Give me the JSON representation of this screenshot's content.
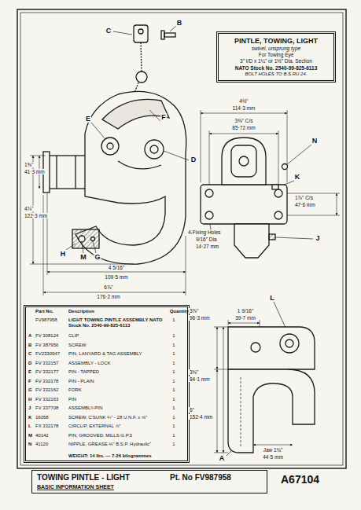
{
  "diagram": {
    "nodes": [
      {
        "text": [
          "PINTLE, TOWING, LIGHT",
          "swivel, unsprung type",
          "For Towing Eye",
          "3\" I/D x 1¼\" or 1½\" Dia. Section",
          "NATO Stock No. 2540-99-825-6113",
          "BOLT HOLES TO B.S.RU 24."
        ]
      },
      {
        "text": [
          "Part No.",
          "Description",
          "Quantity",
          "FV987958",
          "LIGHT TOWING PINTLE ASSEMBLY NATO Stock No. 2540-99-825-6113",
          "1",
          "A",
          "FV 308124",
          "CLIP",
          "1",
          "B",
          "FV 387956",
          "SCREW",
          "1",
          "C",
          "FV2330947",
          "PIN, LANYARD & TAG ASSEMBLY",
          "1",
          "D",
          "FV 332157",
          "ASSEMBLY - LOCK",
          "1",
          "E",
          "FV 332177",
          "PIN - TAPPED",
          "1",
          "F",
          "FV 332178",
          "PIN - PLAIN",
          "1",
          "G",
          "FV 332162",
          "FORK",
          "1",
          "H",
          "FV 332163",
          "PIN",
          "1",
          "J",
          "FV 337708",
          "ASSEMBLY-PIN",
          "1",
          "K",
          "16058",
          "SCREW, C'SUNK ¼\" - 28 U.N.F. x ⅝\"",
          "1",
          "L",
          "FX 332178",
          "CIRCLIP, EXTERNAL ⅞\"",
          "1",
          "M",
          "40142",
          "PIN, GROOVED, MILLS G.P.3",
          "1",
          "N",
          "41120",
          "NIPPLE, GREASE ⅛\" B.S.P. Hydraulic\"",
          "1",
          "WEIGHT: 14 lbs. — 7·26 kilogrammes"
        ]
      },
      {
        "text": [
          "TOWING PINTLE - LIGHT",
          "Pt. No FV987958",
          "BASIC INFORMATION SHEET"
        ]
      }
    ],
    "labels": [
      "C",
      "B",
      "E",
      "F",
      "D",
      "1⅝\"",
      "41·3 mm",
      "4⅞\"",
      "122·3 mm",
      "H",
      "M",
      "G",
      "4 5/16\"",
      "109·5 mm",
      "6⅞\"",
      "176·2 mm",
      "4½\"",
      "114·3 mm",
      "3⅜\" C/s",
      "85·72 mm",
      "N",
      "K",
      "1⅞\" C/s",
      "47·6 mm",
      "4-Fixing Holes",
      "9/16\" Dia",
      "14·27 mm",
      "J",
      "3⅞\"",
      "96·3 mm",
      "1 9/16\"",
      "39·7 mm",
      "L",
      "3⅜\"",
      "84·1 mm",
      "6\"",
      "152·4 mm",
      "A",
      "Jaw 1¾\"",
      "44·5 mm",
      "A67104"
    ]
  }
}
